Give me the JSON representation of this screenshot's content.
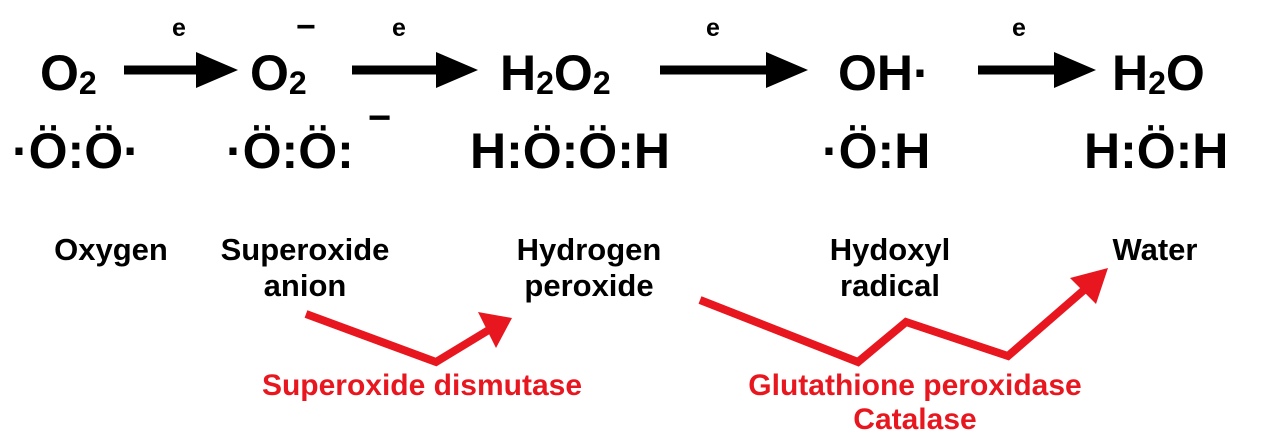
{
  "colors": {
    "text": "#000000",
    "enzyme": "#e8171f"
  },
  "electron_label": "e",
  "species": [
    {
      "formula_parts": [
        "O",
        "2",
        ""
      ],
      "charge": "",
      "lewis": "·Ö:Ö·",
      "name": "Oxygen",
      "name_line2": ""
    },
    {
      "formula_parts": [
        "O",
        "2",
        ""
      ],
      "charge": "−",
      "lewis": "·Ö:Ö:",
      "lewis_charge": "−",
      "name": "Superoxide",
      "name_line2": "anion"
    },
    {
      "formula_parts": [
        "H",
        "2",
        "O",
        "2"
      ],
      "charge": "",
      "lewis": "H:Ö:Ö:H",
      "name": "Hydrogen",
      "name_line2": "peroxide"
    },
    {
      "formula_parts": [
        "OH·"
      ],
      "charge": "",
      "lewis": "·Ö:H",
      "name": "Hydoxyl",
      "name_line2": "radical"
    },
    {
      "formula_parts": [
        "H",
        "2",
        "O"
      ],
      "charge": "",
      "lewis": "H:Ö:H",
      "name": "Water",
      "name_line2": ""
    }
  ],
  "enzymes": {
    "sod": "Superoxide dismutase",
    "gpx": "Glutathione peroxidase",
    "catalase": "Catalase"
  }
}
